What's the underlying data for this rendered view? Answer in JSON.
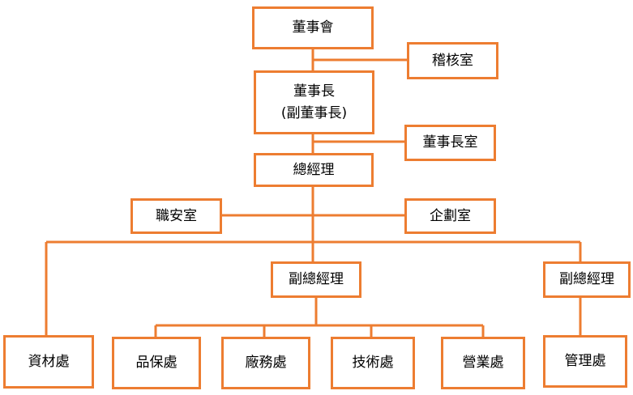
{
  "colors": {
    "line": "#ed7d31",
    "box_border": "#ed7d31",
    "box_fill": "#ffffff",
    "text": "#000000"
  },
  "org_chart": {
    "board": "董事會",
    "audit_office": "稽核室",
    "chairman": "董事長",
    "vice_chairman": "(副董事長)",
    "chairman_office": "董事長室",
    "general_manager": "總經理",
    "safety_office": "職安室",
    "planning_office": "企劃室",
    "deputy_gm_left": "副總經理",
    "deputy_gm_right": "副總經理",
    "materials_dept": "資材處",
    "quality_dept": "品保處",
    "plant_affairs_dept": "廠務處",
    "technology_dept": "技術處",
    "sales_dept": "營業處",
    "management_dept": "管理處"
  }
}
